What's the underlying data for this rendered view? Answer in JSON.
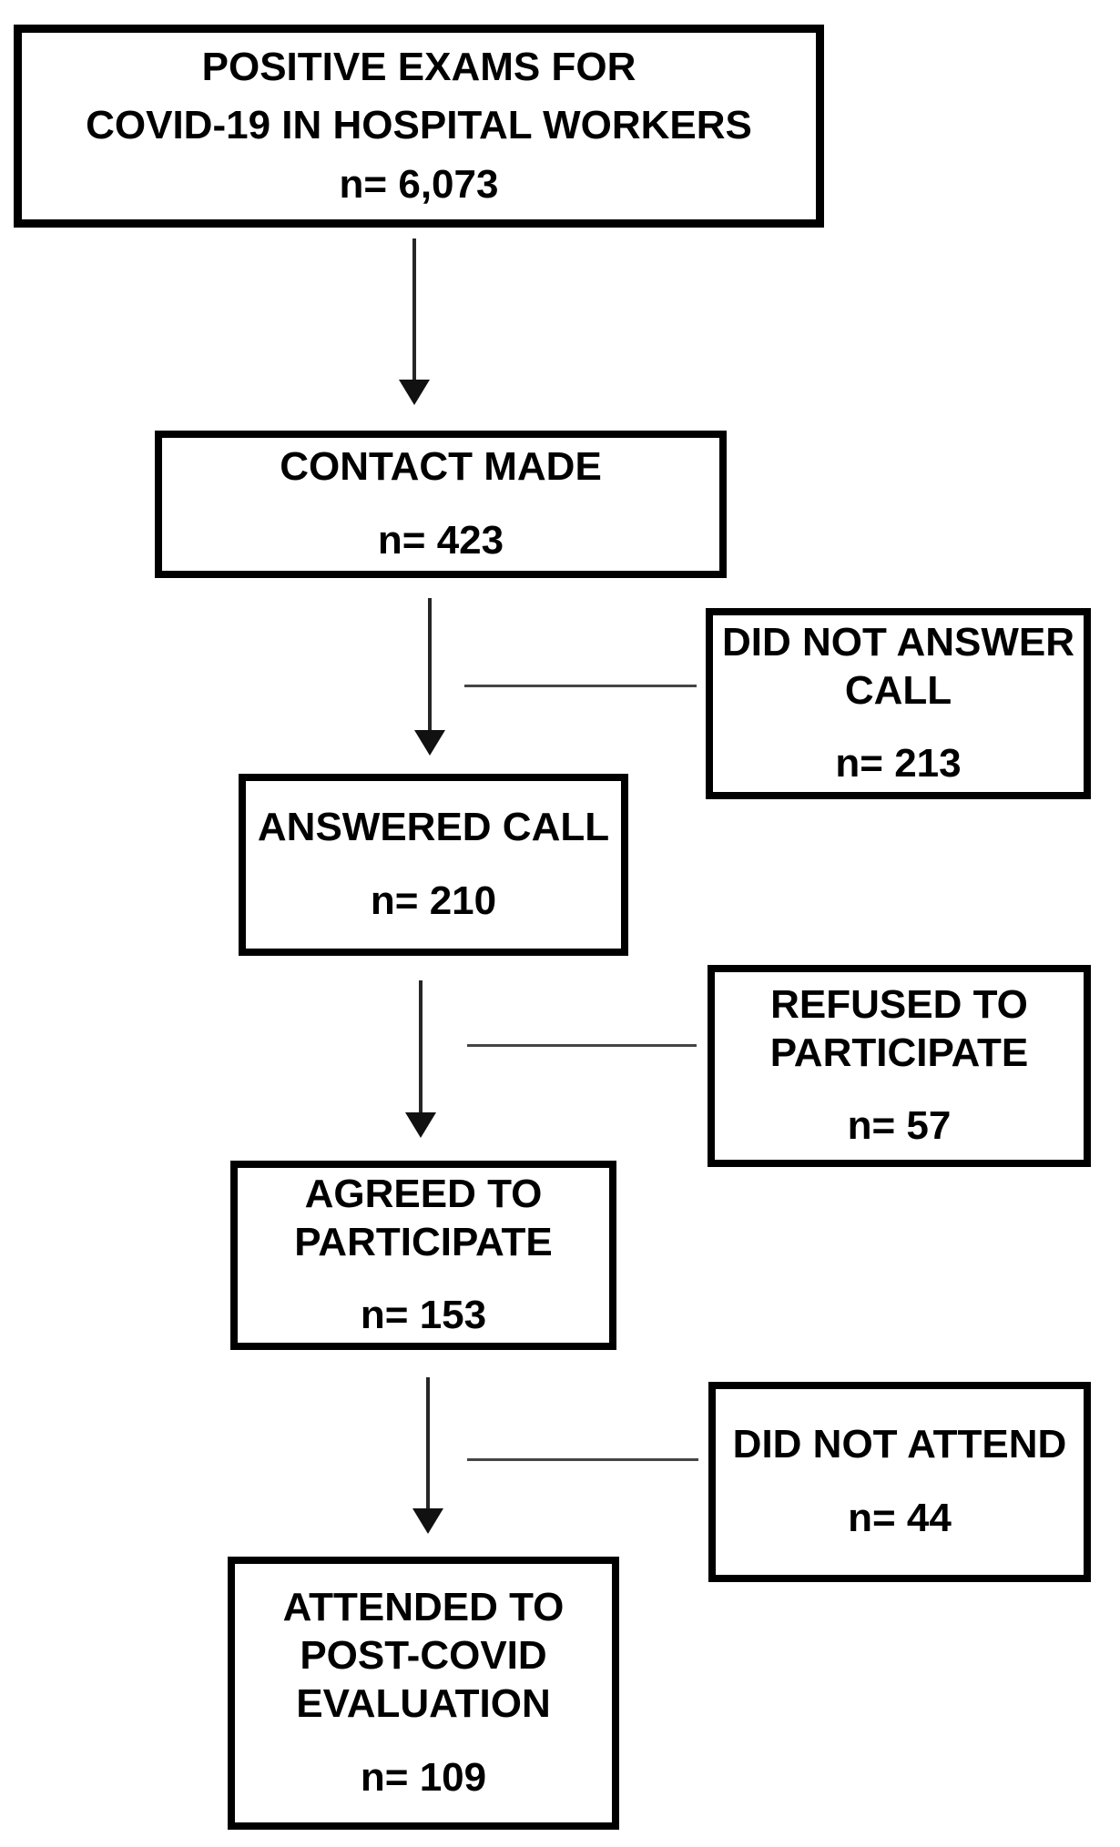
{
  "diagram": {
    "type": "flowchart",
    "colors": {
      "background": "#ffffff",
      "box_border": "#000000",
      "text": "#000000",
      "connector_line": "#454545",
      "arrow": "#111111"
    },
    "boxes": {
      "positive_exams": {
        "lines": [
          "POSITIVE EXAMS FOR",
          "COVID-19 IN HOSPITAL WORKERS"
        ],
        "n": "n= 6,073"
      },
      "contact_made": {
        "lines": [
          "CONTACT MADE"
        ],
        "n": "n= 423"
      },
      "did_not_answer": {
        "lines": [
          "DID NOT ANSWER",
          "CALL"
        ],
        "n": "n= 213"
      },
      "answered_call": {
        "lines": [
          "ANSWERED CALL"
        ],
        "n": "n= 210"
      },
      "refused_to_participate": {
        "lines": [
          "REFUSED TO",
          "PARTICIPATE"
        ],
        "n": "n= 57"
      },
      "agreed_to_participate": {
        "lines": [
          "AGREED TO",
          "PARTICIPATE"
        ],
        "n": "n= 153"
      },
      "did_not_attend": {
        "lines": [
          "DID NOT ATTEND"
        ],
        "n": "n= 44"
      },
      "attended_evaluation": {
        "lines": [
          "ATTENDED TO",
          "POST-COVID",
          "EVALUATION"
        ],
        "n": "n= 109"
      }
    }
  }
}
